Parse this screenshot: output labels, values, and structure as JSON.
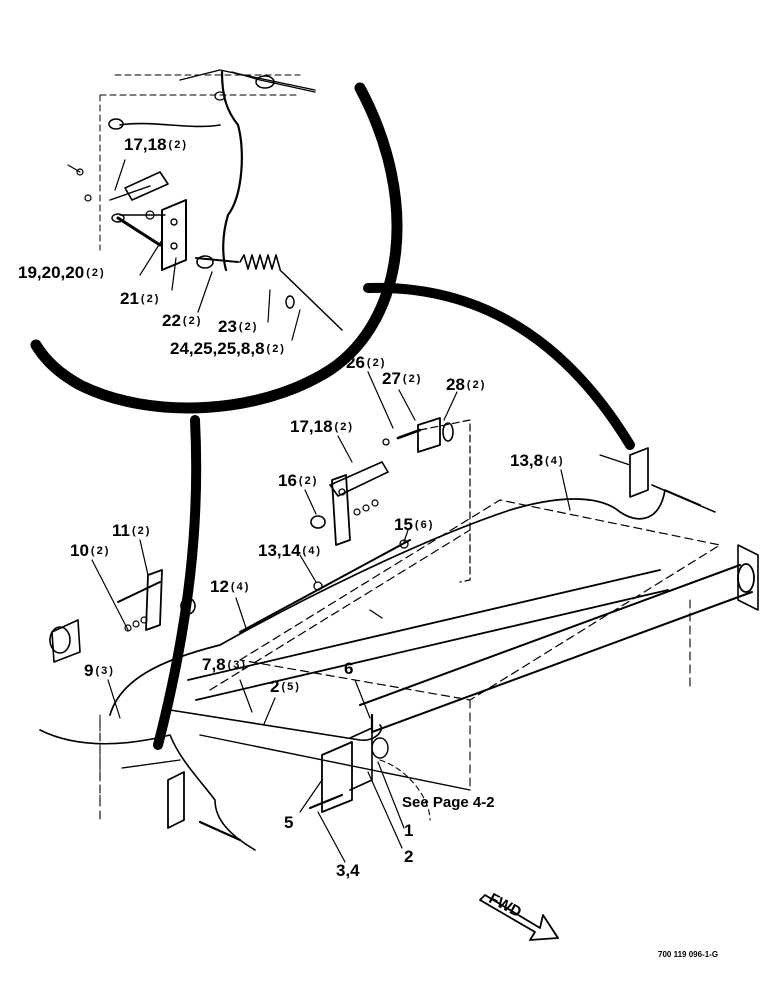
{
  "callouts": [
    {
      "id": "c1",
      "label": "17,18",
      "qty": "(2)"
    },
    {
      "id": "c2",
      "label": "19,20,20",
      "qty": "(2)"
    },
    {
      "id": "c3",
      "label": "21",
      "qty": "(2)"
    },
    {
      "id": "c4",
      "label": "22",
      "qty": "(2)"
    },
    {
      "id": "c5",
      "label": "23",
      "qty": "(2)"
    },
    {
      "id": "c6",
      "label": "24,25,25,8,8",
      "qty": "(2)"
    },
    {
      "id": "c7",
      "label": "26",
      "qty": "(2)"
    },
    {
      "id": "c8",
      "label": "27",
      "qty": "(2)"
    },
    {
      "id": "c9",
      "label": "28",
      "qty": "(2)"
    },
    {
      "id": "c10",
      "label": "17,18",
      "qty": "(2)"
    },
    {
      "id": "c11",
      "label": "16",
      "qty": "(2)"
    },
    {
      "id": "c12",
      "label": "15",
      "qty": "(6)"
    },
    {
      "id": "c13",
      "label": "13,8",
      "qty": "(4)"
    },
    {
      "id": "c14",
      "label": "11",
      "qty": "(2)"
    },
    {
      "id": "c15",
      "label": "10",
      "qty": "(2)"
    },
    {
      "id": "c16",
      "label": "13,14",
      "qty": "(4)"
    },
    {
      "id": "c17",
      "label": "12",
      "qty": "(4)"
    },
    {
      "id": "c18",
      "label": "9",
      "qty": "(3)"
    },
    {
      "id": "c19",
      "label": "7,8",
      "qty": "(3)"
    },
    {
      "id": "c20",
      "label": "2",
      "qty": "(5)"
    },
    {
      "id": "c21",
      "label": "6",
      "qty": ""
    },
    {
      "id": "c22",
      "label": "5",
      "qty": ""
    },
    {
      "id": "c23",
      "label": "1",
      "qty": ""
    },
    {
      "id": "c24",
      "label": "2",
      "qty": ""
    },
    {
      "id": "c25",
      "label": "3,4",
      "qty": ""
    }
  ],
  "note": "See Page 4-2",
  "fwd_label": "FWD",
  "figure_id": "700 119 096-1-G"
}
